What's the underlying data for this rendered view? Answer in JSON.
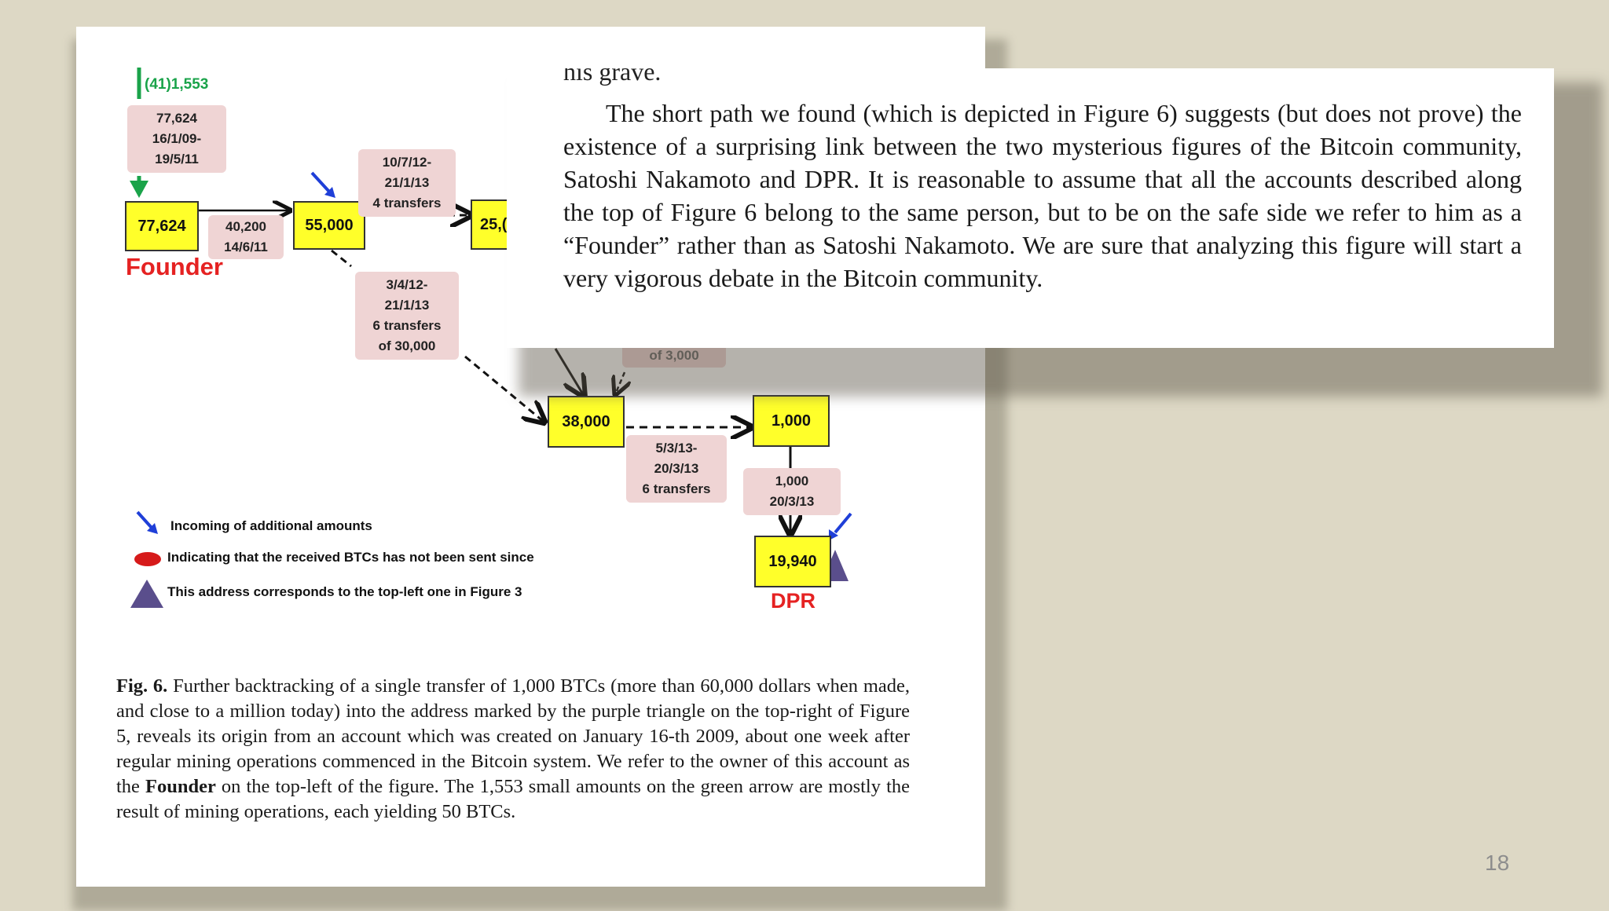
{
  "diagram": {
    "mining_label": "(41)1,553",
    "origin_label": [
      "77,624",
      "16/1/09-",
      "19/5/11"
    ],
    "nodes": {
      "founder": "77,624",
      "n55000": "55,000",
      "n25": "25,(",
      "n38000": "38,000",
      "n1000": "1,000",
      "n19940": "19,940"
    },
    "edge_labels": {
      "founder_to_55000": [
        "40,200",
        "14/6/11"
      ],
      "n55000_to_25": [
        "10/7/12-",
        "21/1/13",
        "4 transfers"
      ],
      "n55000_to_38000": [
        "3/4/12-",
        "21/1/13",
        "6 transfers",
        "of 30,000"
      ],
      "partial_hidden": "of 3,000",
      "n38000_to_1000": [
        "5/3/13-",
        "20/3/13",
        "6 transfers"
      ],
      "n1000_to_19940": [
        "1,000",
        "20/3/13"
      ]
    },
    "names": {
      "founder": "Founder",
      "dpr": "DPR"
    },
    "legend": {
      "incoming": "Incoming of additional amounts",
      "not_sent": "Indicating that the received BTCs has not been sent since",
      "triangle": "This address corresponds to the top-left one in Figure 3"
    },
    "colors": {
      "node_fill": "#ffff2a",
      "label_fill": "#efd4d4",
      "green": "#1aa34a",
      "blue": "#1f3fd8",
      "red": "#e52222",
      "purple": "#5a4e8c"
    }
  },
  "caption": {
    "fig_label": "Fig. 6.",
    "text_before": " Further backtracking of a single transfer of 1,000 BTCs (more than 60,000 dollars when made, and close to a million today) into the address marked by the purple triangle on the top-right of Figure 5, reveals its origin from an account which was created on January 16-th 2009, about one week after regular mining operations commenced in the Bitcoin system. We refer to the owner of this account as the ",
    "bold_word": "Founder",
    "text_after": " on the top-left of the figure. The 1,553 small amounts on the green arrow are mostly the result of mining operations, each yielding 50 BTCs."
  },
  "overlay": {
    "cut_line": "his grave.",
    "paragraph": "The short path we found (which is depicted in Figure 6) suggests (but does not prove) the existence of a surprising link between the two mysterious figures of the Bitcoin community, Satoshi Nakamoto and DPR. It is reasonable to assume that all the accounts described along the top of Figure 6 belong to the same person, but to be on the safe side we refer to him as a “Founder” rather than as Satoshi Nakamoto. We are sure that analyzing this figure will start a very vigorous debate in the Bitcoin community."
  },
  "page_number": "18"
}
